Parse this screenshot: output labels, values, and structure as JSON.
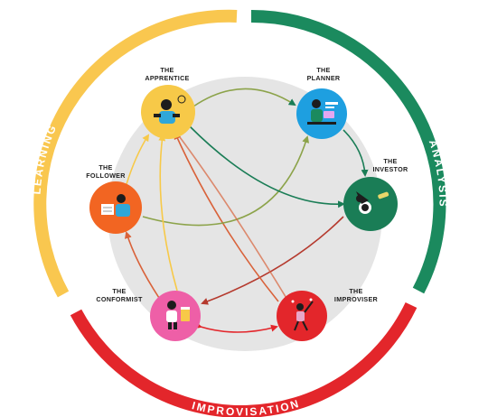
{
  "ring": {
    "learning": {
      "label": "LEARNING",
      "color": "#F9C74F"
    },
    "analysis": {
      "label": "ANALYSIS",
      "color": "#1B8A5E"
    },
    "improvisation": {
      "label": "IMPROVISATION",
      "color": "#E3262B"
    }
  },
  "nodes": {
    "apprentice": {
      "line1": "THE",
      "line2": "APPRENTICE",
      "color": "#F7C948",
      "icon": "apprentice-figure-icon"
    },
    "planner": {
      "line1": "THE",
      "line2": "PLANNER",
      "color": "#1E9FE0",
      "icon": "planner-figure-icon"
    },
    "investor": {
      "line1": "THE",
      "line2": "INVESTOR",
      "color": "#1A7D56",
      "icon": "investor-figure-icon"
    },
    "follower": {
      "line1": "THE",
      "line2": "FOLLOWER",
      "color": "#F26522",
      "icon": "follower-figure-icon"
    },
    "conformist": {
      "line1": "THE",
      "line2": "CONFORMIST",
      "color": "#EE5FA7",
      "icon": "conformist-figure-icon"
    },
    "improviser": {
      "line1": "THE",
      "line2": "IMPROVISER",
      "color": "#E3262B",
      "icon": "improviser-figure-icon"
    }
  },
  "colors": {
    "inner_disc": "#E5E5E5"
  }
}
